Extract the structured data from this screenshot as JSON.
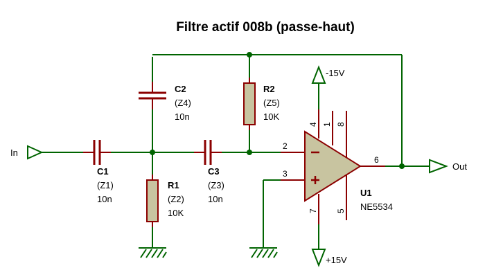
{
  "title": "Filtre actif 008b (passe-haut)",
  "terminals": {
    "input": "In",
    "output": "Out"
  },
  "supplies": {
    "negative": "-15V",
    "positive": "+15V"
  },
  "components": {
    "c1": {
      "ref": "C1",
      "zone": "(Z1)",
      "value": "10n"
    },
    "c2": {
      "ref": "C2",
      "zone": "(Z4)",
      "value": "10n"
    },
    "c3": {
      "ref": "C3",
      "zone": "(Z3)",
      "value": "10n"
    },
    "r1": {
      "ref": "R1",
      "zone": "(Z2)",
      "value": "10K"
    },
    "r2": {
      "ref": "R2",
      "zone": "(Z5)",
      "value": "10K"
    },
    "u1": {
      "ref": "U1",
      "part": "NE5534"
    }
  },
  "opamp_pins": {
    "p1": "1",
    "p2": "2",
    "p3": "3",
    "p4": "4",
    "p5": "5",
    "p6": "6",
    "p7": "7",
    "p8": "8"
  },
  "colors": {
    "wire": "#006400",
    "component": "#8b0000",
    "body_fill": "#c8c4a0"
  }
}
